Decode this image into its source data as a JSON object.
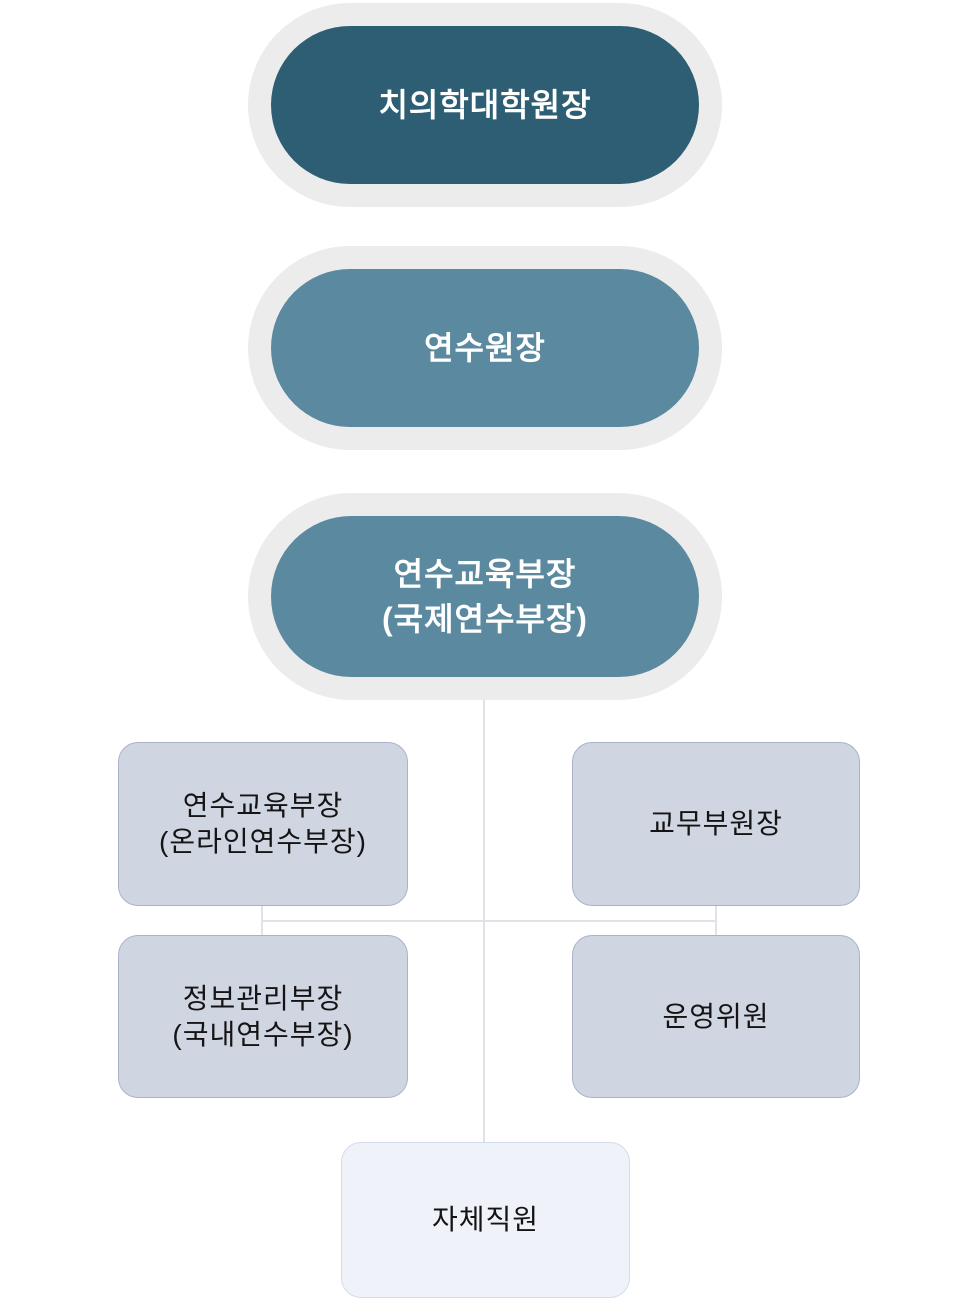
{
  "diagram": {
    "type": "org-chart",
    "colors": {
      "pill_dark": "#2D5E73",
      "pill_medium": "#5A89A0",
      "pill_text": "#FFFFFF",
      "halo": "#ECECEC",
      "box_fill": "#D0D5E2",
      "box_border": "#AAB3C8",
      "box_text": "#141414",
      "box_light_fill": "#EFF2F8",
      "box_light_border": "#D5DCE9",
      "connector": "#DFE2E6"
    },
    "nodes": [
      {
        "id": "dean",
        "label": "치의학대학원장",
        "level": 1,
        "shape": "pill-dark"
      },
      {
        "id": "training-center-director",
        "label": "연수원장",
        "level": 2,
        "shape": "pill"
      },
      {
        "id": "training-education-director-international",
        "label": "연수교육부장",
        "sublabel": "(국제연수부장)",
        "level": 3,
        "shape": "pill"
      },
      {
        "id": "training-education-director-online",
        "label": "연수교육부장",
        "sublabel": "(온라인연수부장)",
        "level": 4,
        "shape": "box"
      },
      {
        "id": "academic-affairs-deputy-dean",
        "label": "교무부원장",
        "level": 4,
        "shape": "box"
      },
      {
        "id": "information-management-director-domestic",
        "label": "정보관리부장",
        "sublabel": "(국내연수부장)",
        "level": 4,
        "shape": "box"
      },
      {
        "id": "steering-committee-member",
        "label": "운영위원",
        "level": 4,
        "shape": "box"
      },
      {
        "id": "internal-staff",
        "label": "자체직원",
        "level": 5,
        "shape": "box-light"
      }
    ],
    "edges": [
      {
        "from": "training-education-director-international",
        "to": "internal-staff"
      },
      {
        "from": "training-education-director-online",
        "to": "information-management-director-domestic"
      },
      {
        "from": "academic-affairs-deputy-dean",
        "to": "steering-committee-member"
      }
    ]
  }
}
